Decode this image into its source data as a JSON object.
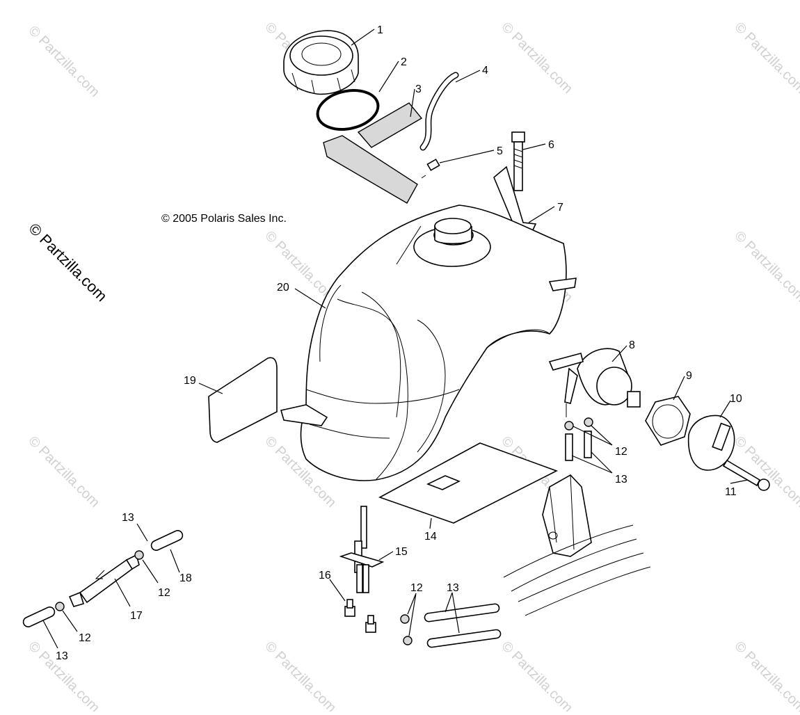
{
  "copyright": "© 2005 Polaris Sales Inc.",
  "watermark": "© Partzilla.com",
  "callouts": [
    {
      "id": "c1",
      "label": "1"
    },
    {
      "id": "c2",
      "label": "2"
    },
    {
      "id": "c3",
      "label": "3"
    },
    {
      "id": "c4",
      "label": "4"
    },
    {
      "id": "c5",
      "label": "5"
    },
    {
      "id": "c6",
      "label": "6"
    },
    {
      "id": "c7",
      "label": "7"
    },
    {
      "id": "c8",
      "label": "8"
    },
    {
      "id": "c9",
      "label": "9"
    },
    {
      "id": "c10",
      "label": "10"
    },
    {
      "id": "c11",
      "label": "11"
    },
    {
      "id": "c12a",
      "label": "12"
    },
    {
      "id": "c13a",
      "label": "13"
    },
    {
      "id": "c14",
      "label": "14"
    },
    {
      "id": "c15",
      "label": "15"
    },
    {
      "id": "c16",
      "label": "16"
    },
    {
      "id": "c12b",
      "label": "12"
    },
    {
      "id": "c13b",
      "label": "13"
    },
    {
      "id": "c13c",
      "label": "13"
    },
    {
      "id": "c12c",
      "label": "12"
    },
    {
      "id": "c18",
      "label": "18"
    },
    {
      "id": "c17",
      "label": "17"
    },
    {
      "id": "c12d",
      "label": "12"
    },
    {
      "id": "c13d",
      "label": "13"
    },
    {
      "id": "c19",
      "label": "19"
    },
    {
      "id": "c20",
      "label": "20"
    }
  ]
}
